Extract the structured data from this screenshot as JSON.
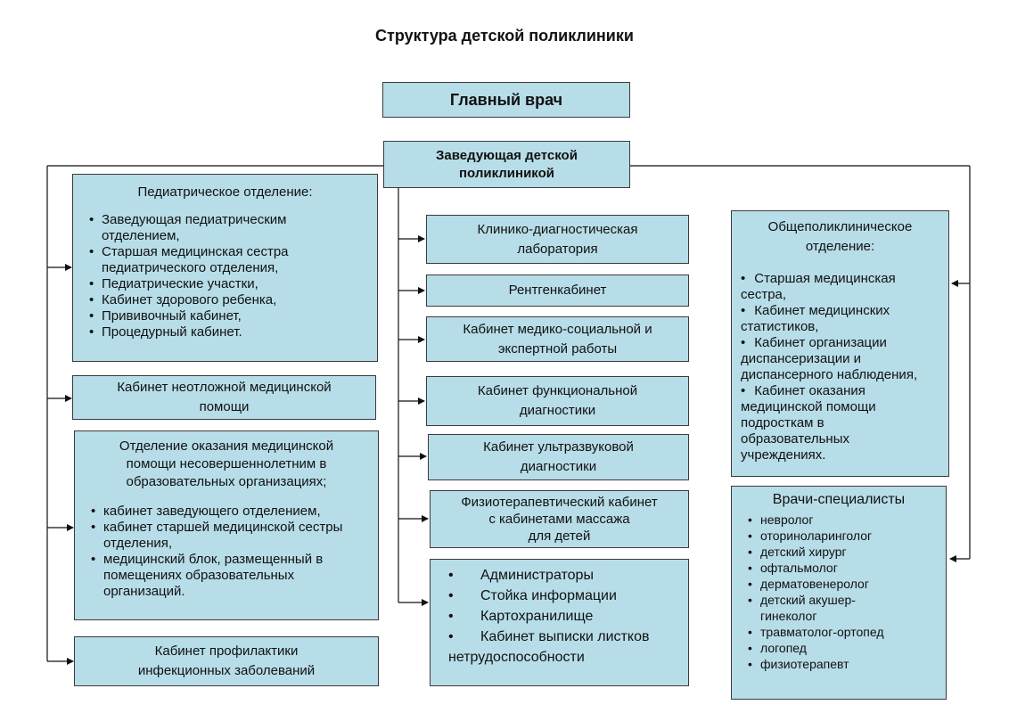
{
  "title": "Структура детской поликлиники",
  "chief": "Главный врач",
  "head": [
    "Заведующая детской",
    "поликлиникой"
  ],
  "pediatric": {
    "heading": "Педиатрическое отделение:",
    "items": [
      [
        "Заведующая педиатрическим",
        "отделением,"
      ],
      [
        "Старшая медицинская сестра",
        "педиатрического отделения,"
      ],
      [
        "Педиатрические участки,"
      ],
      [
        "Кабинет здорового ребенка,"
      ],
      [
        "Прививочный кабинет,"
      ],
      [
        "Процедурный кабинет."
      ]
    ]
  },
  "emergency": [
    "Кабинет неотложной медицинской",
    "помощи"
  ],
  "minors": {
    "heading": [
      "Отделение оказания медицинской",
      "помощи несовершеннолетним в",
      "образовательных организациях;"
    ],
    "items": [
      [
        "кабинет заведующего отделением,"
      ],
      [
        "кабинет старшей медицинской сестры",
        "отделения,"
      ],
      [
        "медицинский блок, размещенный  в",
        "помещениях образовательных",
        "организаций."
      ]
    ]
  },
  "infection": [
    "Кабинет профилактики",
    "инфекционных заболеваний"
  ],
  "lab": [
    "Клинико-диагностическая",
    "лаборатория"
  ],
  "xray": "Рентгенкабинет",
  "medsoc": [
    "Кабинет медико-социальной и",
    "экспертной работы"
  ],
  "functional": [
    "Кабинет функциональной",
    "диагностики"
  ],
  "ultrasound": [
    "Кабинет ультразвуковой",
    "диагностики"
  ],
  "physio": [
    "Физиотерапевтический кабинет",
    "с кабинетами массажа",
    "для детей"
  ],
  "admin": {
    "items": [
      "Администраторы",
      "Стойка информации",
      "Картохранилище",
      "Кабинет выписки листков"
    ],
    "continuation": "нетрудоспособности"
  },
  "general": {
    "heading": [
      "Общеполиклиническое",
      "отделение:"
    ],
    "items": [
      [
        "Старшая медицинская",
        "сестра,"
      ],
      [
        "Кабинет медицинских",
        "статистиков,"
      ],
      [
        "Кабинет организации",
        "диспансеризации и",
        "диспансерного наблюдения,"
      ],
      [
        "Кабинет оказания",
        "медицинской помощи",
        "подросткам в",
        "образовательных",
        "учреждениях."
      ]
    ]
  },
  "specialists": {
    "heading": "Врачи-специалисты",
    "items": [
      [
        "невролог"
      ],
      [
        "оториноларинголог"
      ],
      [
        "детский хирург"
      ],
      [
        "офтальмолог"
      ],
      [
        "дерматовенеролог"
      ],
      [
        "детский акушер-",
        "гинеколог"
      ],
      [
        "травматолог-ортопед"
      ],
      [
        "логопед"
      ],
      [
        "физиотерапевт"
      ]
    ]
  }
}
